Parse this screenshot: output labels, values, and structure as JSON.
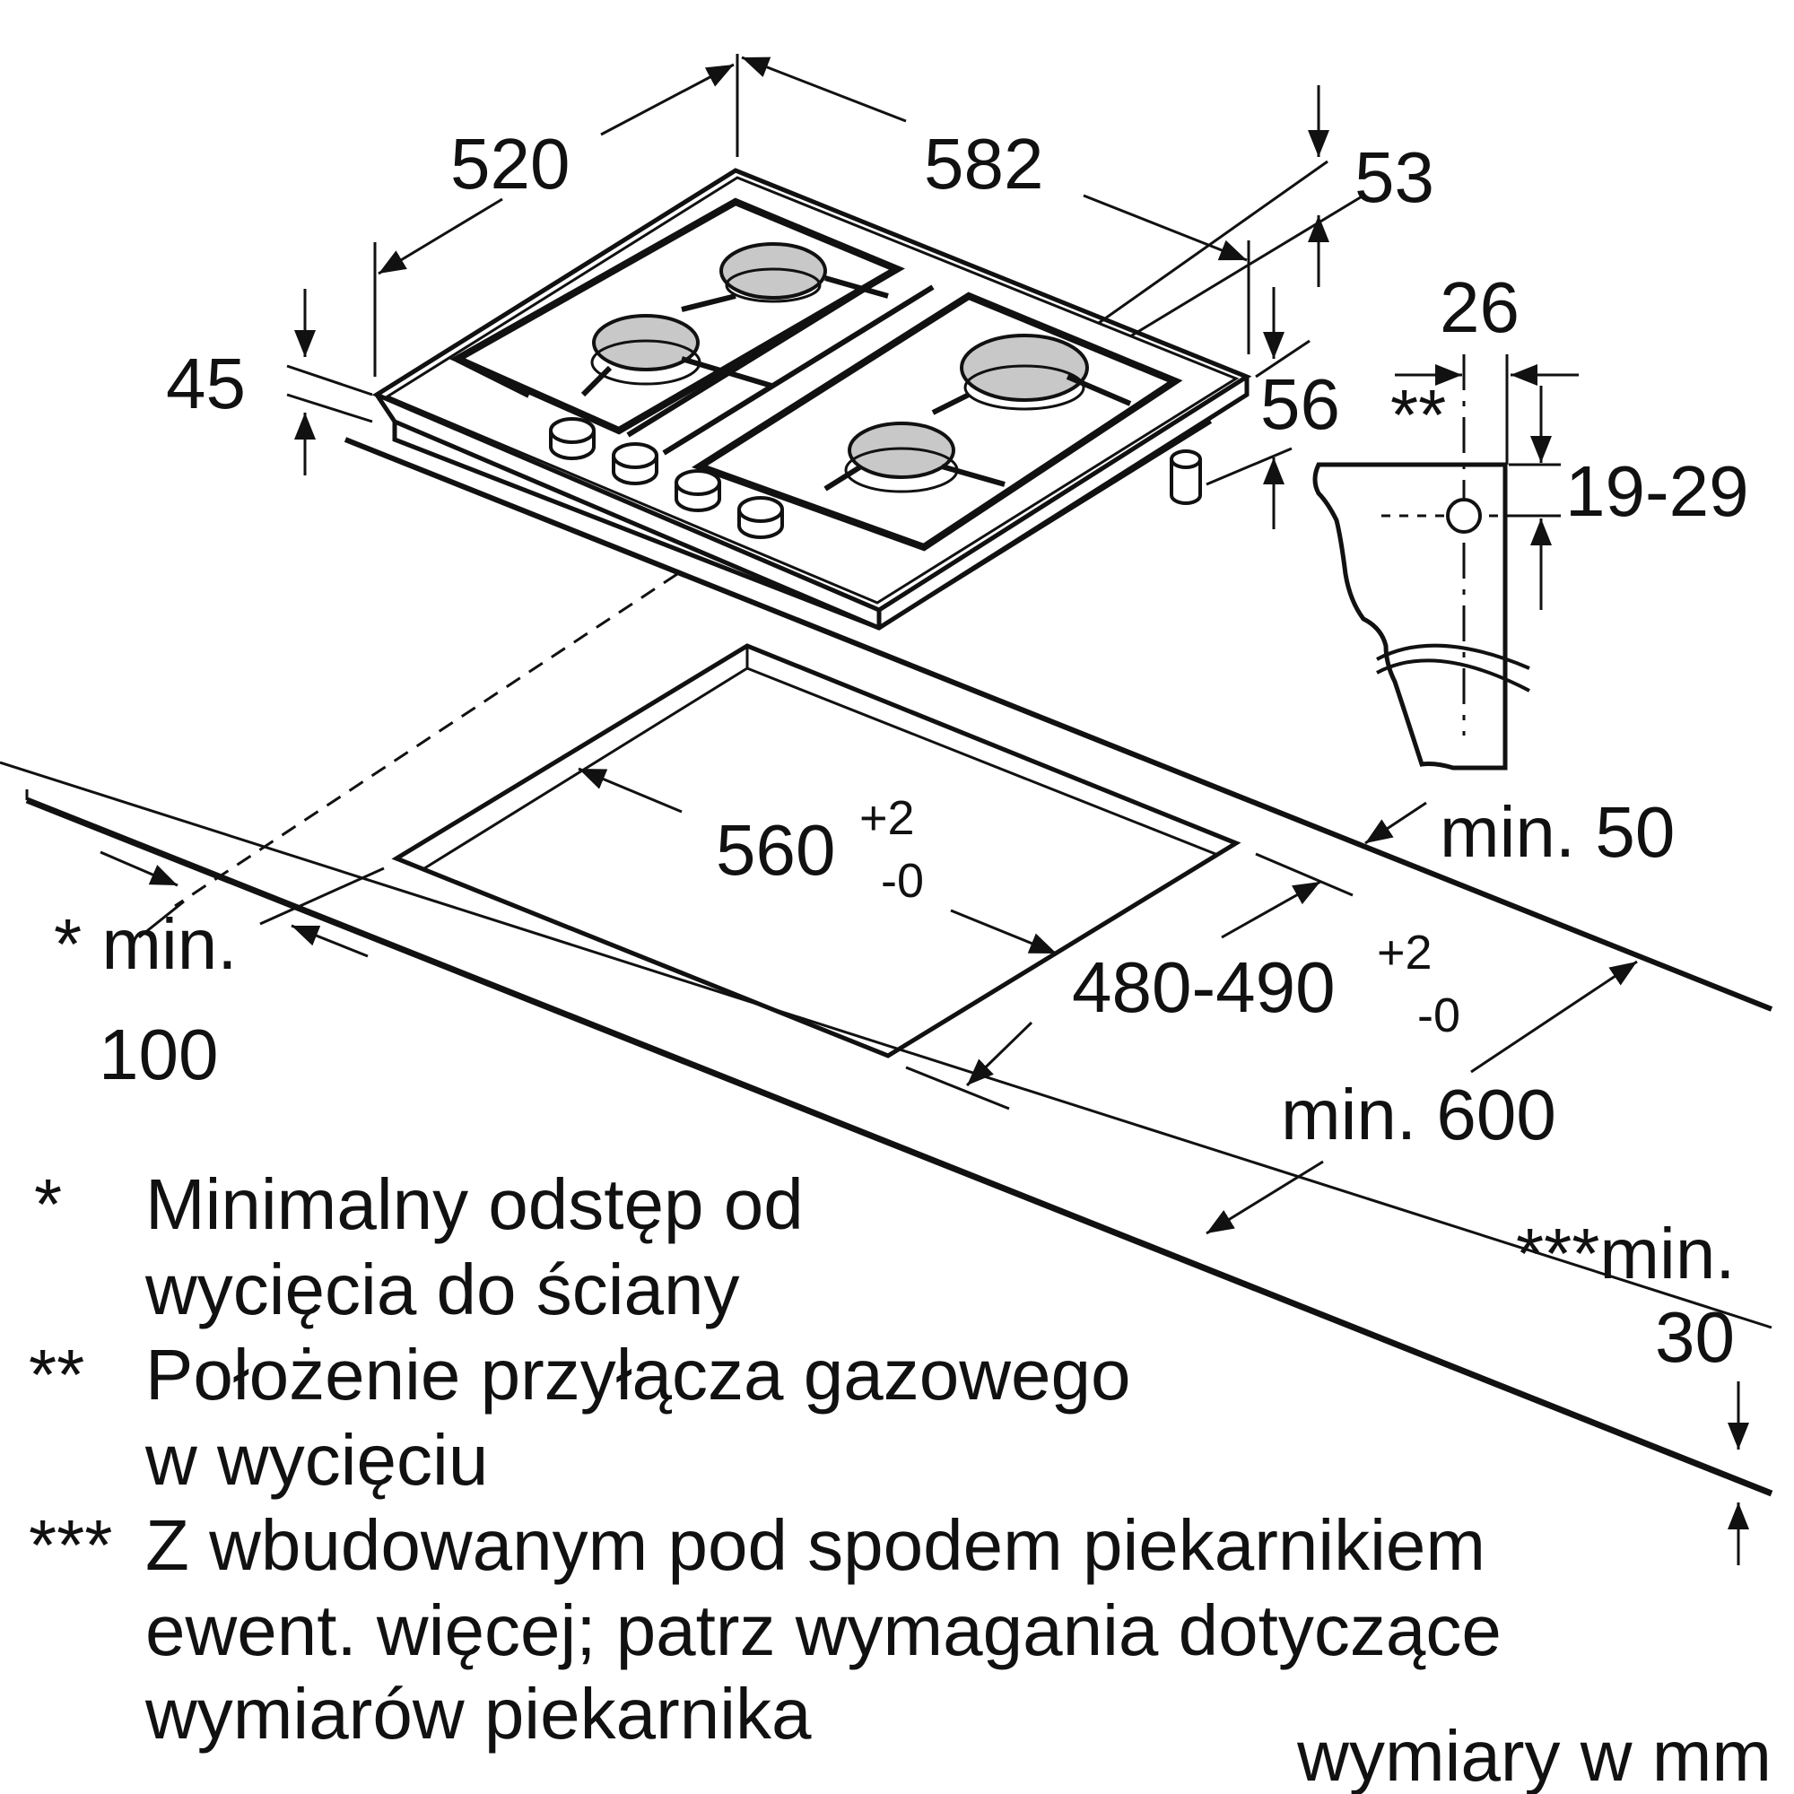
{
  "dimensions": {
    "d520": "520",
    "d582": "582",
    "d53": "53",
    "d45": "45",
    "d56": "56",
    "d26": "26",
    "d19_29": "19-29",
    "gas_marker": "**",
    "cutout_depth": "560",
    "cutout_depth_plus": "+2",
    "cutout_depth_minus": "-0",
    "cutout_width": "480-490",
    "cutout_width_plus": "+2",
    "cutout_width_minus": "-0",
    "min50": "min. 50",
    "min600": "min. 600",
    "min100_a": "* min.",
    "min100_b": "100",
    "min30_a": "***min.",
    "min30_b": "30"
  },
  "notes": [
    {
      "marker": "*",
      "line1": "Minimalny odstęp od",
      "line2": "wycięcia do ściany"
    },
    {
      "marker": "**",
      "line1": "Położenie przyłącza gazowego",
      "line2": "w wycięciu"
    },
    {
      "marker": "***",
      "line1": "Z wbudowanym pod spodem piekarnikiem",
      "line2": "ewent. więcej; patrz wymagania dotyczące",
      "line3": "wymiarów piekarnika"
    }
  ],
  "units": "wymiary w mm",
  "colors": {
    "line": "#111111",
    "burner": "#c8c8c8",
    "background": "#ffffff"
  }
}
